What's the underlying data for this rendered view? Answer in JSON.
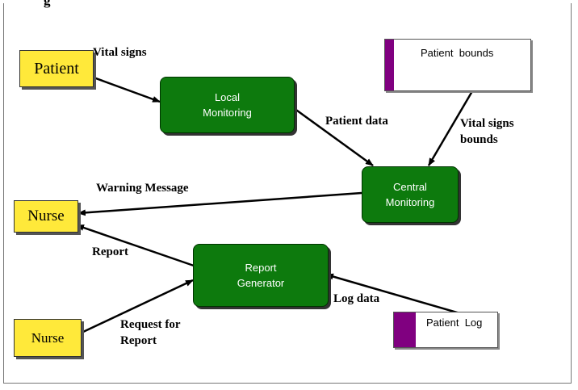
{
  "heading_partial": "g",
  "entities": {
    "patient": "Patient",
    "nurse_top": "Nurse",
    "nurse_bottom": "Nurse"
  },
  "processes": {
    "local_monitoring": {
      "line1": "Local",
      "line2": "Monitoring"
    },
    "central_monitoring": {
      "line1": "Central",
      "line2": "Monitoring"
    },
    "report_generator": {
      "line1": "Report",
      "line2": "Generator"
    }
  },
  "stores": {
    "patient_bounds": "Patient  bounds",
    "patient_log": "Patient  Log"
  },
  "flows": {
    "vital_signs": "Vital signs",
    "patient_data": "Patient data",
    "vital_signs_bounds_1": "Vital signs",
    "vital_signs_bounds_2": "bounds",
    "warning_message": "Warning Message",
    "report": "Report",
    "request_for_report_1": "Request for",
    "request_for_report_2": "Report",
    "log_data": "Log data"
  },
  "colors": {
    "entity_fill": "#ffe93a",
    "process_fill": "#0d7a0d",
    "store_bar": "#800080"
  }
}
